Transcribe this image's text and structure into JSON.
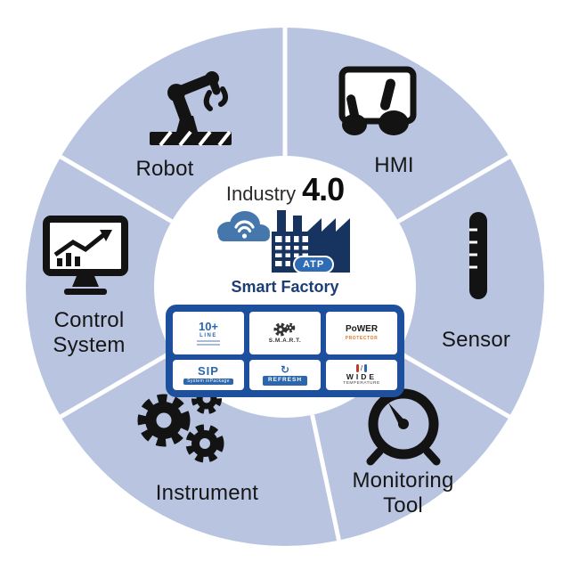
{
  "center": {
    "title_prefix": "Industry",
    "title_version": "4.0",
    "atp_label": "ATP",
    "subtitle": "Smart Factory"
  },
  "segments": {
    "robot": "Robot",
    "hmi": "HMI",
    "sensor": "Sensor",
    "monitoring_line1": "Monitoring",
    "monitoring_line2": "Tool",
    "instrument": "Instrument",
    "control_line1": "Control",
    "control_line2": "System"
  },
  "badges": {
    "lineup": {
      "value": "10+",
      "label": "LINE"
    },
    "smart": {
      "label": "S.M.A.R.T."
    },
    "power": {
      "line1": "PoWER",
      "line2": "PROTECTOR"
    },
    "sip": {
      "title": "SIP",
      "subtitle": "System inPackage"
    },
    "refresh": {
      "glyph": "↻",
      "label": "REFRESH"
    },
    "wide": {
      "separator": "/",
      "line1": "WIDE",
      "line2": "TEMPERATURE"
    }
  },
  "colors": {
    "ring": "#b8c4e0",
    "panel": "#1d4f9c",
    "accent": "#2c66ad",
    "navy": "#17335f",
    "cloud": "#4577ad"
  }
}
